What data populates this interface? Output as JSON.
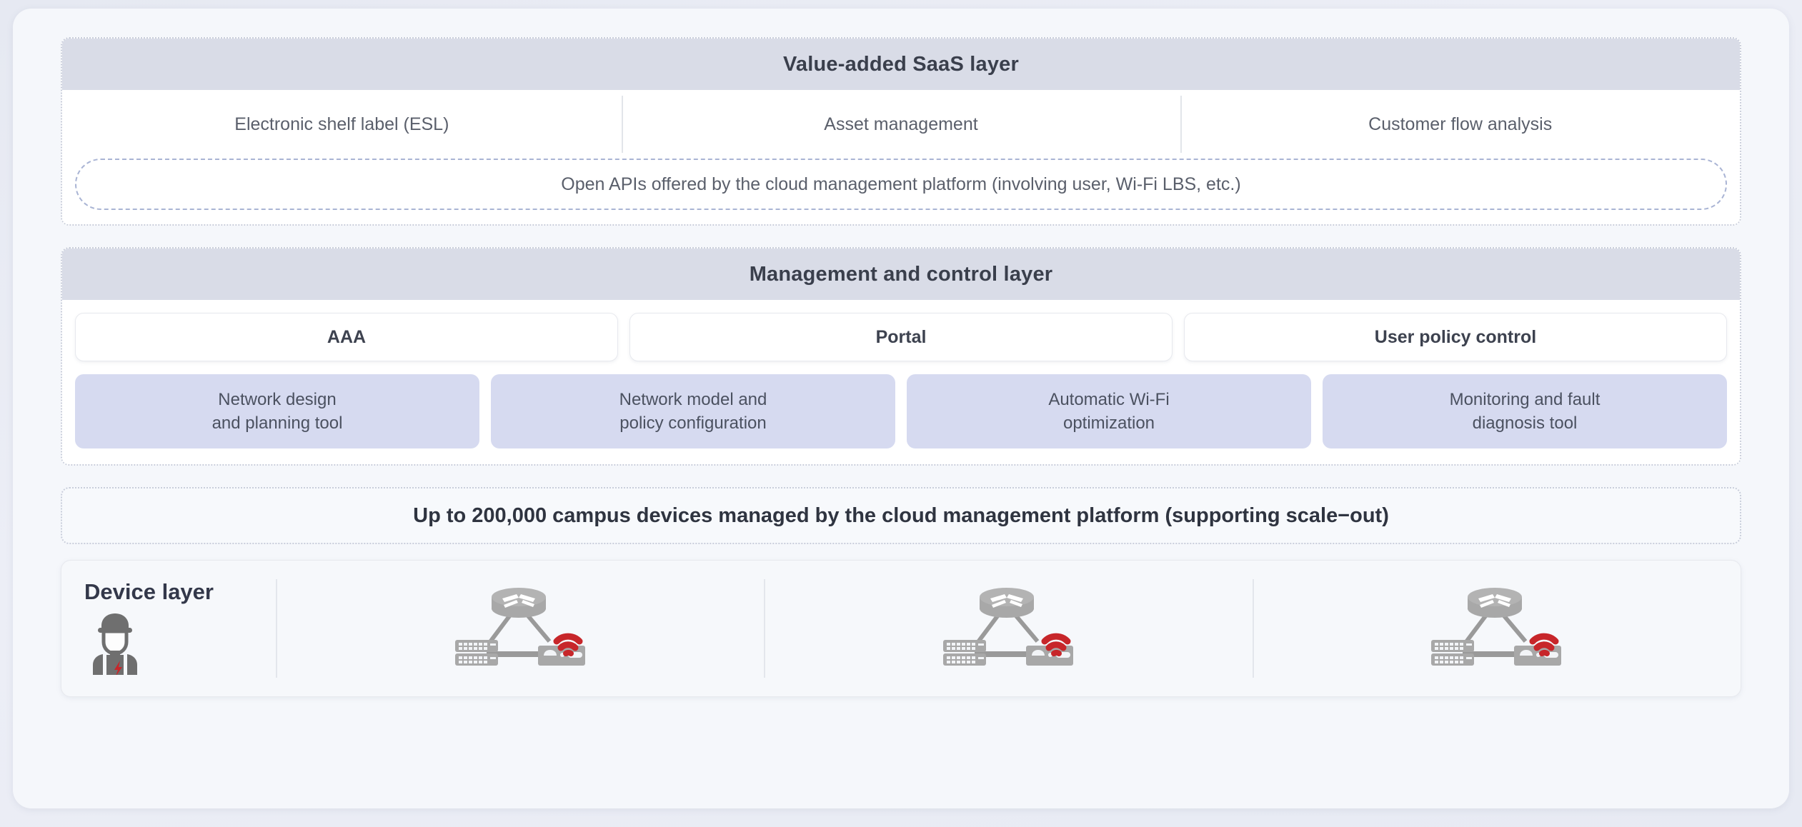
{
  "saas_layer": {
    "title": "Value-added SaaS layer",
    "cells": [
      "Electronic shelf label (ESL)",
      "Asset management",
      "Customer flow analysis"
    ],
    "api_note": "Open APIs offered by the cloud management platform (involving user, Wi-Fi LBS, etc.)"
  },
  "management_layer": {
    "title": "Management and control layer",
    "services": [
      "AAA",
      "Portal",
      "User policy control"
    ],
    "tools": [
      {
        "line1": "Network design",
        "line2": "and planning tool"
      },
      {
        "line1": "Network model and",
        "line2": "policy configuration"
      },
      {
        "line1": "Automatic Wi-Fi",
        "line2": "optimization"
      },
      {
        "line1": "Monitoring and fault",
        "line2": "diagnosis tool"
      }
    ]
  },
  "scale_banner": "Up to 200,000 campus devices managed by the cloud management platform (supporting scale−out)",
  "device_layer": {
    "title": "Device layer",
    "engineer_icon": "field-engineer-icon",
    "topology_icon": "network-topology-icon",
    "groups": [
      "network-topology-icon",
      "network-topology-icon",
      "network-topology-icon"
    ]
  },
  "colors": {
    "band": "#d9dce7",
    "tool_card": "#d6daf0",
    "wifi_red": "#c7262a",
    "device_gray": "#9a9a9a",
    "page_bg": "#e6e9f2",
    "panel_bg": "#f5f7fb"
  }
}
